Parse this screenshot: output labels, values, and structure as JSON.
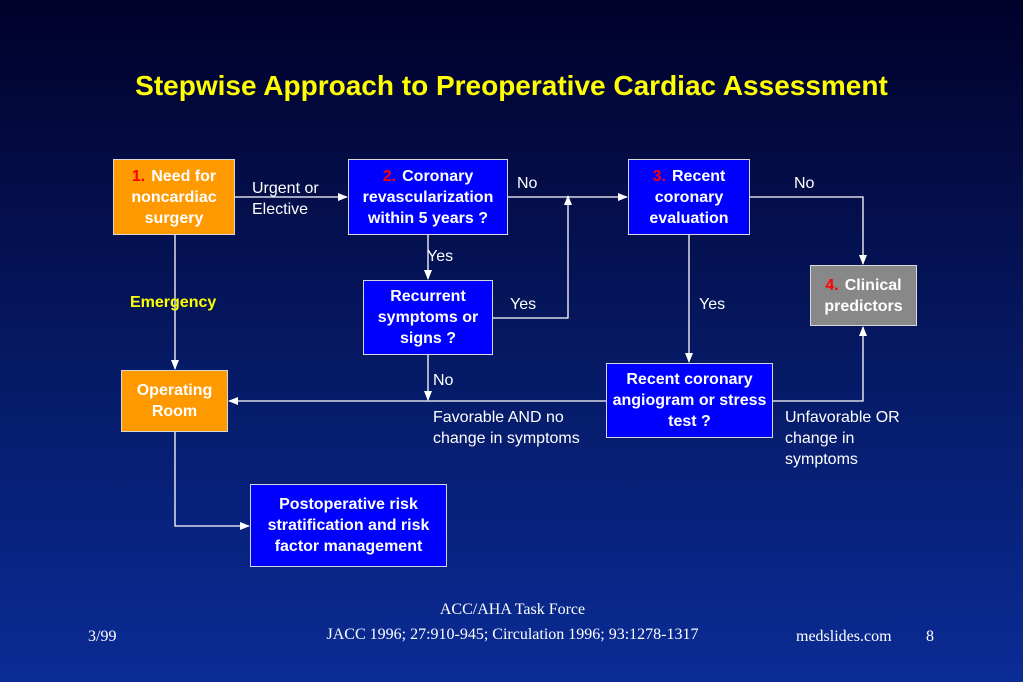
{
  "title": "Stepwise Approach to Preoperative Cardiac Assessment",
  "colors": {
    "title": "#ffff00",
    "step_number": "#ff0000",
    "orange_box": "#ff9900",
    "blue_box": "#0000ff",
    "gray_box": "#888888",
    "connector": "#ffffff"
  },
  "boxes": {
    "step1": {
      "num": "1.",
      "text": "Need for noncardiac surgery"
    },
    "step2": {
      "num": "2.",
      "text": "Coronary revascularization within 5 years ?"
    },
    "step3": {
      "num": "3.",
      "text": "Recent coronary evaluation"
    },
    "step4": {
      "num": "4.",
      "text": "Clinical predictors"
    },
    "recurrent": {
      "text": "Recurrent symptoms or signs ?"
    },
    "operating_room": {
      "text": "Operating Room"
    },
    "angiogram": {
      "text": "Recent coronary angiogram or stress test ?"
    },
    "postop": {
      "text": "Postoperative risk stratification and risk factor management"
    }
  },
  "labels": {
    "urgent": "Urgent or Elective",
    "no1": "No",
    "no2": "No",
    "yes1": "Yes",
    "yes2": "Yes",
    "yes3": "Yes",
    "emergency": "Emergency",
    "no3": "No",
    "favorable": "Favorable AND no change in symptoms",
    "unfavorable": "Unfavorable OR change in symptoms"
  },
  "footer": {
    "date": "3/99",
    "source_line1": "ACC/AHA Task Force",
    "source_line2": "JACC 1996; 27:910-945; Circulation 1996; 93:1278-1317",
    "site": "medslides.com",
    "page": "8"
  }
}
